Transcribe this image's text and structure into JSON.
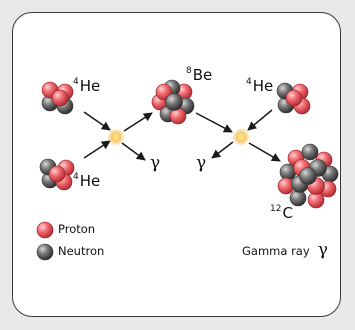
{
  "reactants": {
    "he4_top": {
      "mass": "4",
      "symbol": "He"
    },
    "he4_bottom": {
      "mass": "4",
      "symbol": "He"
    },
    "be8": {
      "mass": "8",
      "symbol": "Be"
    },
    "he4_right": {
      "mass": "4",
      "symbol": "He"
    },
    "c12": {
      "mass": "12",
      "symbol": "C"
    }
  },
  "photons": {
    "first": "γ",
    "second": "γ"
  },
  "legend": {
    "proton": "Proton",
    "neutron": "Neutron",
    "gamma_label": "Gamma ray",
    "gamma_symbol": "γ"
  },
  "colors": {
    "proton": "#e8474f",
    "neutron": "#5a5a5a",
    "flash": "#f2b84a",
    "arrow": "#1a1a1a"
  }
}
